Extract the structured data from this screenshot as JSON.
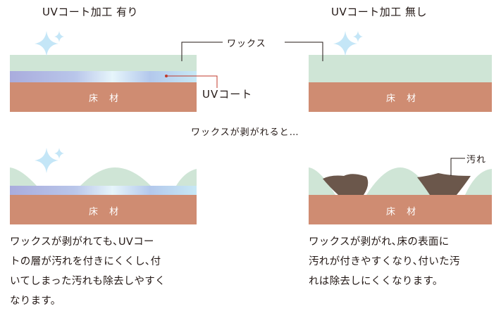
{
  "titles": {
    "with_uv": "UVコート加工 有り",
    "without_uv": "UVコート加工 無し"
  },
  "labels": {
    "wax": "ワックス",
    "uv_coat": "UVコート",
    "floor": "床 材",
    "dirt": "汚れ",
    "transition": "ワックスが剥がれると…"
  },
  "captions": {
    "with_uv": [
      "ワックスが剥がれても､UVコー",
      "トの層が汚れを付きにくくし､付",
      "いてしまった汚れも除去しやすく",
      "なります。"
    ],
    "without_uv": [
      "ワックスが剥がれ､床の表面に",
      "汚れが付きやすくなり､付いた汚",
      "れは除去しにくくなります。"
    ]
  },
  "colors": {
    "wax": "#cfe5d6",
    "floor": "#cf8c72",
    "uv_coat_light": "#d5ecf7",
    "uv_coat_dark": "#a6a9dc",
    "dirt": "#6b574b",
    "leader_line": "#c0392b",
    "sparkle": "#bfe3f6"
  }
}
